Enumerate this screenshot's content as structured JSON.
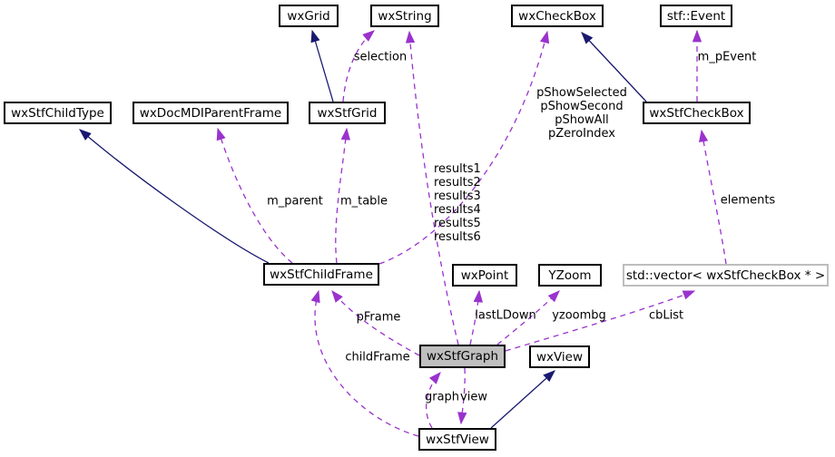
{
  "diagram": {
    "type": "class-collaboration-diagram",
    "current_class": "wxStfGraph",
    "nodes": [
      {
        "id": "wxGrid",
        "label": "wxGrid",
        "style": "normal"
      },
      {
        "id": "wxString",
        "label": "wxString",
        "style": "normal"
      },
      {
        "id": "wxCheckBox",
        "label": "wxCheckBox",
        "style": "normal"
      },
      {
        "id": "stf::Event",
        "label": "stf::Event",
        "style": "normal"
      },
      {
        "id": "wxStfChildType",
        "label": "wxStfChildType",
        "style": "normal"
      },
      {
        "id": "wxDocMDIParentFrame",
        "label": "wxDocMDIParentFrame",
        "style": "normal"
      },
      {
        "id": "wxStfGrid",
        "label": "wxStfGrid",
        "style": "normal"
      },
      {
        "id": "wxStfCheckBox",
        "label": "wxStfCheckBox",
        "style": "normal"
      },
      {
        "id": "wxStfChildFrame",
        "label": "wxStfChildFrame",
        "style": "normal"
      },
      {
        "id": "wxPoint",
        "label": "wxPoint",
        "style": "normal"
      },
      {
        "id": "YZoom",
        "label": "YZoom",
        "style": "normal"
      },
      {
        "id": "std::vector",
        "label": "std::vector< wxStfCheckBox * >",
        "style": "external"
      },
      {
        "id": "wxStfGraph",
        "label": "wxStfGraph",
        "style": "current"
      },
      {
        "id": "wxView",
        "label": "wxView",
        "style": "normal"
      },
      {
        "id": "wxStfView",
        "label": "wxStfView",
        "style": "normal"
      }
    ],
    "edges": [
      {
        "from": "wxStfGrid",
        "to": "wxGrid",
        "type": "inheritance",
        "label": ""
      },
      {
        "from": "wxStfChildFrame",
        "to": "wxStfChildType",
        "type": "inheritance",
        "label": ""
      },
      {
        "from": "wxStfCheckBox",
        "to": "wxCheckBox",
        "type": "inheritance",
        "label": ""
      },
      {
        "from": "wxStfView",
        "to": "wxView",
        "type": "inheritance",
        "label": ""
      },
      {
        "from": "wxStfGrid",
        "to": "wxString",
        "type": "collaboration",
        "label": "selection"
      },
      {
        "from": "wxStfCheckBox",
        "to": "stf::Event",
        "type": "collaboration",
        "label": "m_pEvent"
      },
      {
        "from": "wxStfChildFrame",
        "to": "wxCheckBox",
        "type": "collaboration",
        "label": "pShowSelected\npShowSecond\npShowAll\npZeroIndex"
      },
      {
        "from": "wxStfGraph",
        "to": "wxString",
        "type": "collaboration",
        "label": "results1\nresults2\nresults3\nresults4\nresults5\nresults6"
      },
      {
        "from": "wxStfChildFrame",
        "to": "wxDocMDIParentFrame",
        "type": "collaboration",
        "label": "m_parent"
      },
      {
        "from": "wxStfChildFrame",
        "to": "wxStfGrid",
        "type": "collaboration",
        "label": "m_table"
      },
      {
        "from": "std::vector",
        "to": "wxStfCheckBox",
        "type": "collaboration",
        "label": "elements"
      },
      {
        "from": "wxStfGraph",
        "to": "wxStfChildFrame",
        "type": "collaboration",
        "label": "pFrame"
      },
      {
        "from": "wxStfView",
        "to": "wxStfChildFrame",
        "type": "collaboration",
        "label": "childFrame"
      },
      {
        "from": "wxStfGraph",
        "to": "wxPoint",
        "type": "collaboration",
        "label": "lastLDown"
      },
      {
        "from": "wxStfGraph",
        "to": "YZoom",
        "type": "collaboration",
        "label": "yzoombg"
      },
      {
        "from": "wxStfGraph",
        "to": "std::vector",
        "type": "collaboration",
        "label": "cbList"
      },
      {
        "from": "wxStfView",
        "to": "wxStfGraph",
        "type": "collaboration",
        "label": "graph"
      },
      {
        "from": "wxStfGraph",
        "to": "wxStfView",
        "type": "collaboration",
        "label": "view"
      }
    ],
    "edge_labels": [
      {
        "text": "selection"
      },
      {
        "text": "m_pEvent"
      },
      {
        "text": "pShowSelected\npShowSecond\npShowAll\npZeroIndex"
      },
      {
        "text": "results1\nresults2\nresults3\nresults4\nresults5\nresults6"
      },
      {
        "text": "m_parent"
      },
      {
        "text": "m_table"
      },
      {
        "text": "elements"
      },
      {
        "text": "pFrame"
      },
      {
        "text": "childFrame"
      },
      {
        "text": "lastLDown"
      },
      {
        "text": "yzoombg"
      },
      {
        "text": "cbList"
      },
      {
        "text": "graph"
      },
      {
        "text": "view"
      }
    ],
    "colors": {
      "inheritance_edge": "#191970",
      "collaboration_edge": "#9a32cd",
      "node_border": "#000000",
      "node_fill": "#ffffff",
      "current_node_fill": "#bfbfbf",
      "external_node_border": "#bebebe",
      "background": "#ffffff"
    }
  }
}
